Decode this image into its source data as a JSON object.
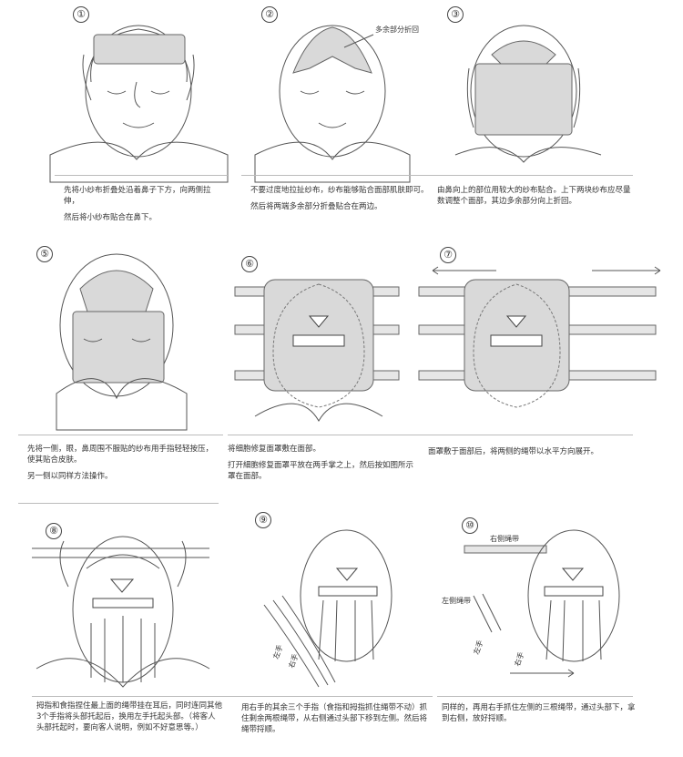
{
  "steps": [
    {
      "number": "①",
      "caption": [
        "先将小纱布折叠处沿着鼻子下方，向两侧拉伸，",
        "然后将小纱布贴合在鼻下。"
      ]
    },
    {
      "number": "②",
      "caption": [
        "不要过度地拉扯纱布，纱布能够贴合面部肌肤即可。",
        "然后将两端多余部分折叠贴合在两边。"
      ],
      "annotation": "多余部分折回"
    },
    {
      "number": "③",
      "caption": [
        "由鼻向上的部位用较大的纱布贴合。上下两块纱布应尽量数调整个面部，其边多余部分向上折回。"
      ]
    },
    {
      "number": "⑤",
      "caption": [
        "先将一侧，眼，鼻周围不服贴的纱布用手指轻轻按压，使其贴合皮肤。",
        "另一侧以同样方法操作。"
      ]
    },
    {
      "number": "⑥",
      "caption": [
        "将细胞修复面罩敷在面部。",
        "打开細胞修复面罩平放在两手掌之上，然后按如图所示罩在面部。"
      ]
    },
    {
      "number": "⑦",
      "caption": [
        "面罩敷于面部后，将两侧的绳带以水平方向展开。"
      ]
    },
    {
      "number": "⑧",
      "caption": [
        "拇指和食指捏住最上面的绳带挂在耳后，同时连同其他3个手指将头部托起后，换用左手托起头部。（将客人头部托起时，要向客人说明，例如不好意思等。）"
      ]
    },
    {
      "number": "⑨",
      "caption": [
        "用右手的其余三个手指（食指和拇指抓住绳带不动）抓住剩余两根绳带，从右侧通过头部下移到左侧。然后将绳带捋顺。"
      ],
      "labels": [
        "左手",
        "右手"
      ]
    },
    {
      "number": "⑩",
      "caption": [
        "同样的，再用右手抓住左侧的三根绳带，通过头部下，拿到右侧，放好捋顺。"
      ],
      "labels": [
        "右侧绳带",
        "左侧绳带",
        "左手",
        "右手"
      ]
    }
  ]
}
